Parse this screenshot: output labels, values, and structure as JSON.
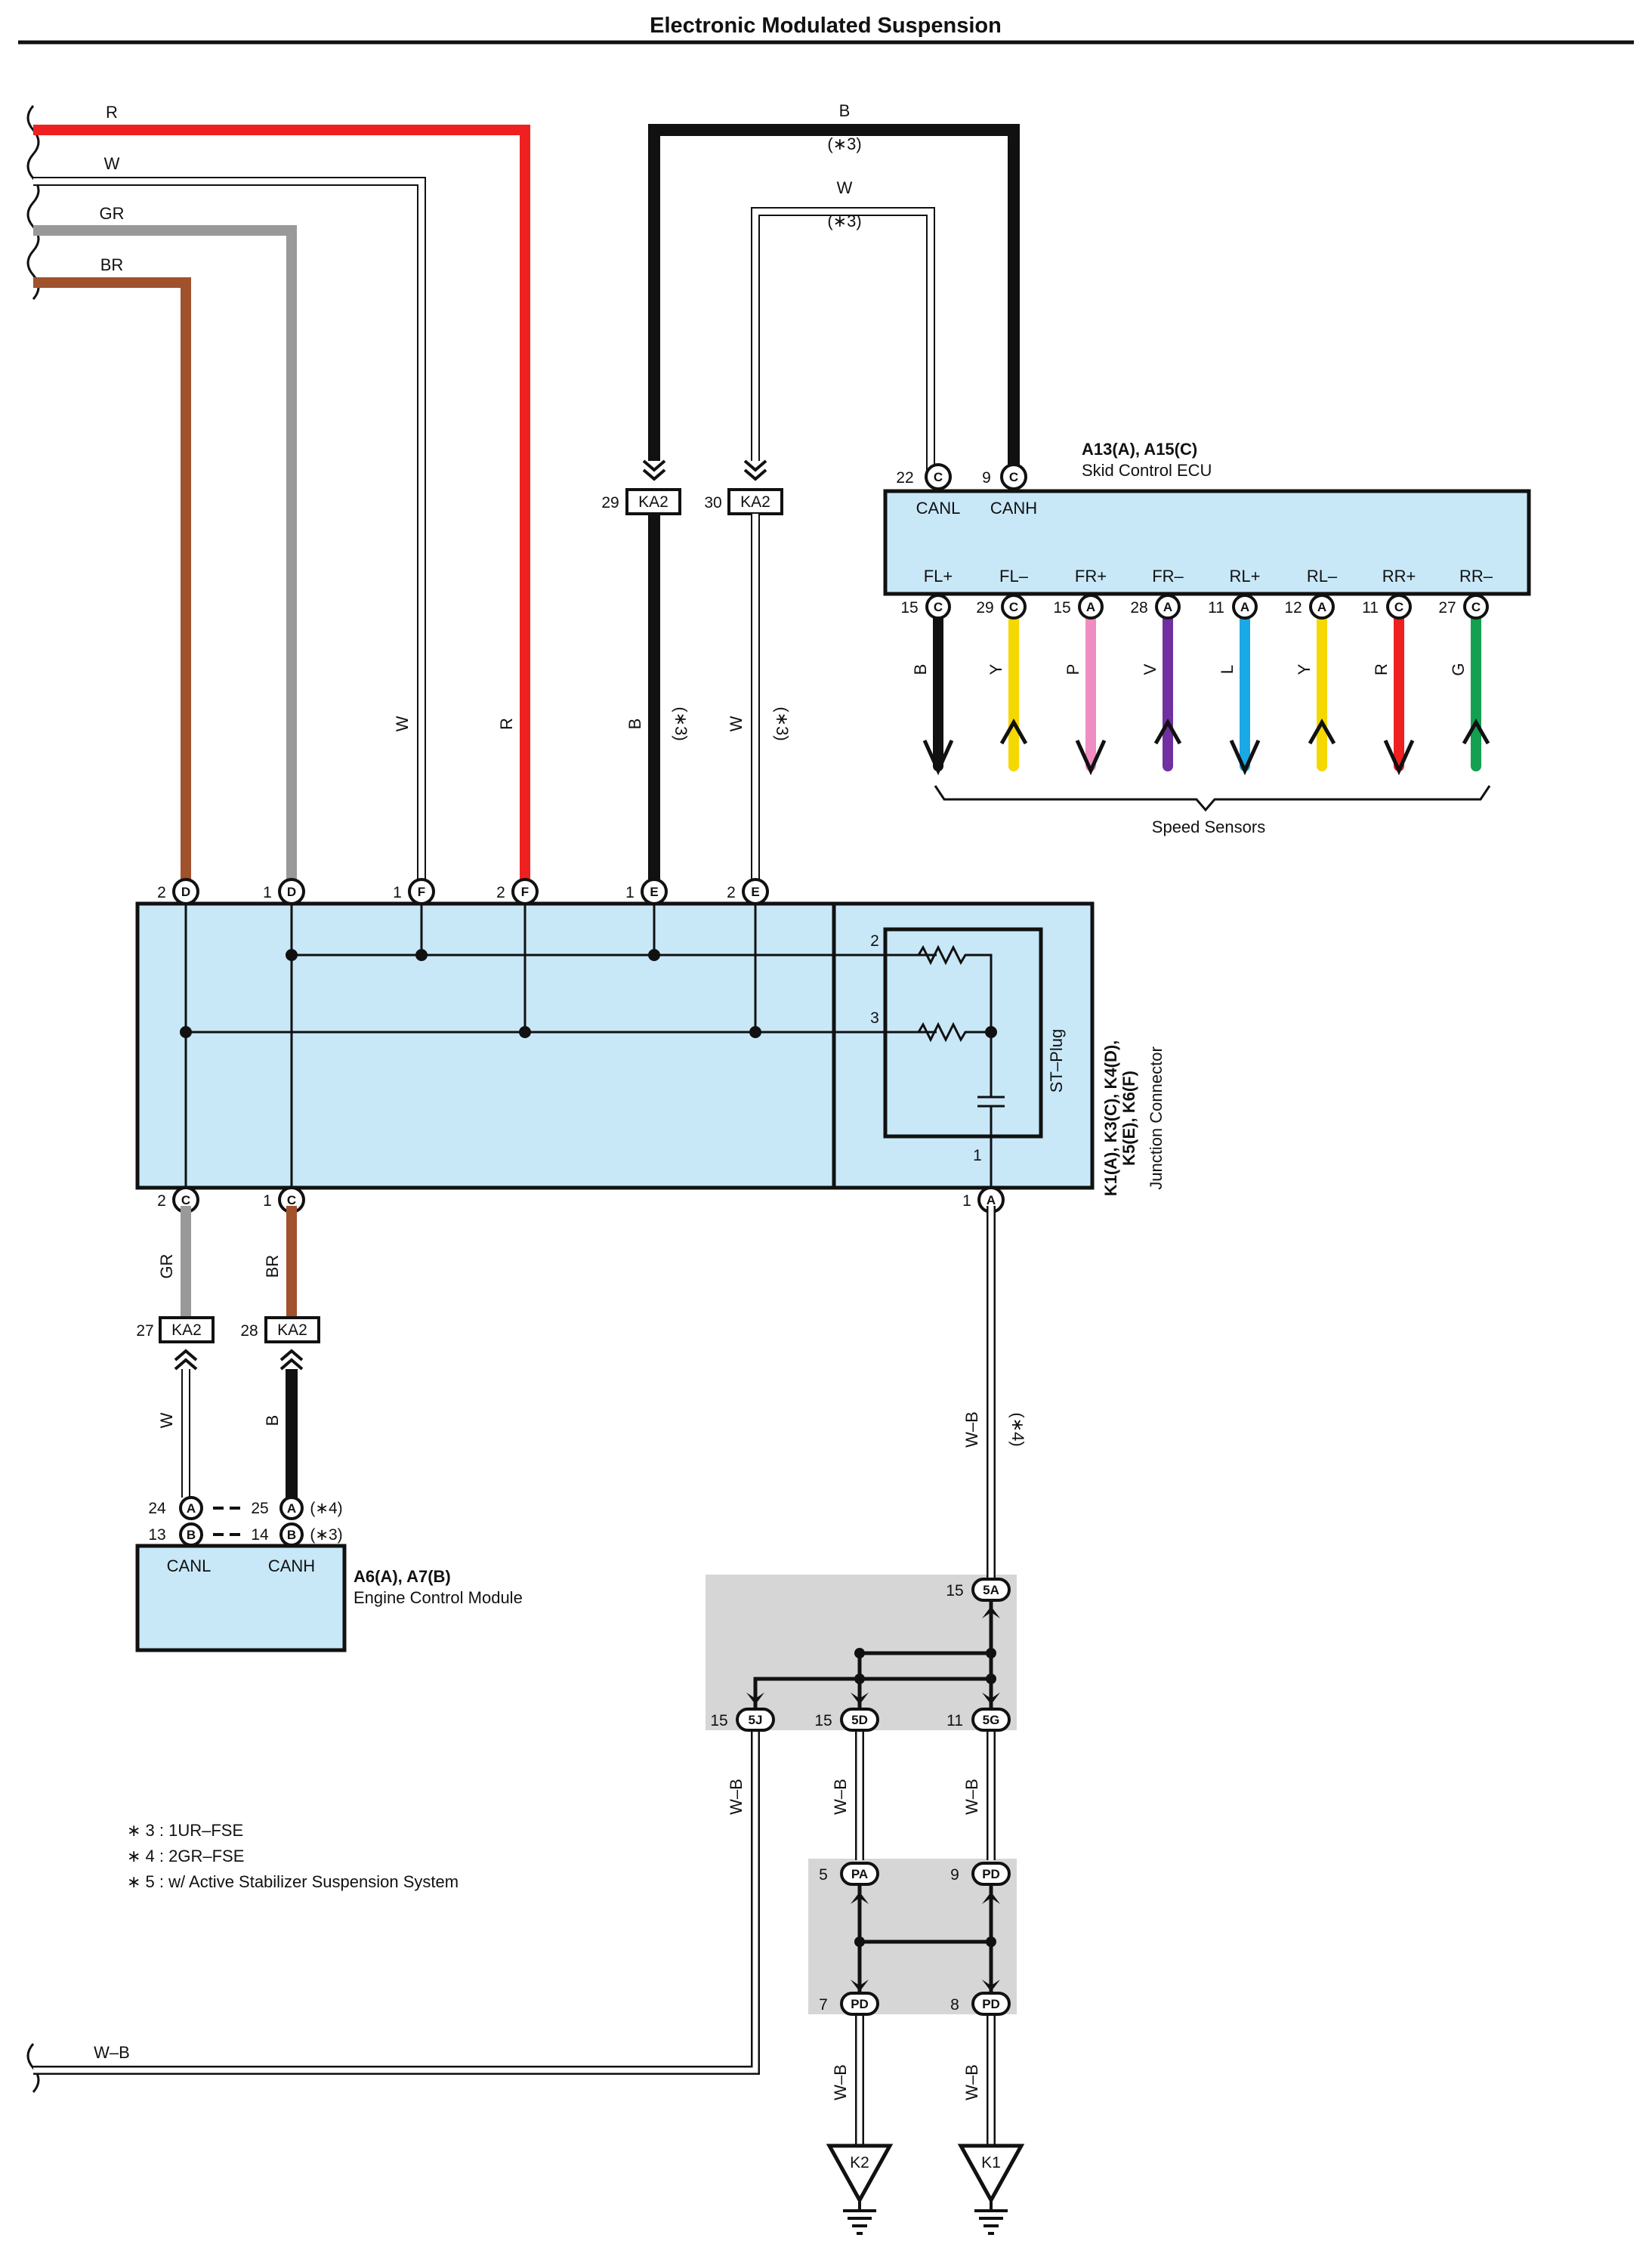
{
  "title": "Electronic Modulated Suspension",
  "colors": {
    "R": "#ee2020",
    "W": "#ffffff",
    "GR": "#999999",
    "BR": "#a0522d",
    "B": "#111111",
    "Y": "#f5d800",
    "P": "#f08cc0",
    "V": "#7030a0",
    "L": "#1aa8e6",
    "G": "#13a050",
    "box_fill": "#c8e8f8",
    "splice_fill": "#d6d6d6"
  },
  "wire_labels": {
    "r": "R",
    "w": "W",
    "gr": "GR",
    "br": "BR",
    "b": "B",
    "wb": "W–B",
    "note3": "(∗3)",
    "note4": "(∗4)"
  },
  "skid_ecu": {
    "code": "A13(A), A15(C)",
    "name": "Skid Control ECU",
    "top_pins": [
      {
        "num": "22",
        "conn": "C",
        "label": "CANL"
      },
      {
        "num": "9",
        "conn": "C",
        "label": "CANH"
      }
    ],
    "bottom_pins": [
      {
        "label": "FL+",
        "num": "15",
        "conn": "C",
        "wire": "B"
      },
      {
        "label": "FL–",
        "num": "29",
        "conn": "C",
        "wire": "Y"
      },
      {
        "label": "FR+",
        "num": "15",
        "conn": "A",
        "wire": "P"
      },
      {
        "label": "FR–",
        "num": "28",
        "conn": "A",
        "wire": "V"
      },
      {
        "label": "RL+",
        "num": "11",
        "conn": "A",
        "wire": "L"
      },
      {
        "label": "RL–",
        "num": "12",
        "conn": "A",
        "wire": "Y"
      },
      {
        "label": "RR+",
        "num": "11",
        "conn": "C",
        "wire": "R"
      },
      {
        "label": "RR–",
        "num": "27",
        "conn": "C",
        "wire": "G"
      }
    ],
    "speed_sensors": "Speed Sensors"
  },
  "junction": {
    "codes": [
      "K1(A), K3(C), K4(D),",
      "K5(E), K6(F)"
    ],
    "name": "Junction Connector",
    "st_plug": "ST–Plug",
    "top_pins": [
      {
        "num": "2",
        "conn": "D"
      },
      {
        "num": "1",
        "conn": "D"
      },
      {
        "num": "1",
        "conn": "F"
      },
      {
        "num": "2",
        "conn": "F"
      },
      {
        "num": "1",
        "conn": "E"
      },
      {
        "num": "2",
        "conn": "E"
      }
    ],
    "bottom_pins": [
      {
        "num": "2",
        "conn": "C"
      },
      {
        "num": "1",
        "conn": "C"
      },
      {
        "num": "1",
        "conn": "A"
      }
    ],
    "plug_pins": [
      "2",
      "3",
      "1"
    ]
  },
  "ka2": {
    "name": "KA2",
    "pins": [
      "29",
      "30",
      "27",
      "28"
    ]
  },
  "ecm": {
    "code": "A6(A), A7(B)",
    "name": "Engine Control Module",
    "pins": [
      {
        "num": "24",
        "conn": "A"
      },
      {
        "num": "25",
        "conn": "A",
        "note": "(∗4)"
      },
      {
        "num": "13",
        "conn": "B"
      },
      {
        "num": "14",
        "conn": "B",
        "note": "(∗3)"
      }
    ],
    "labels": [
      "CANL",
      "CANH"
    ]
  },
  "splices": [
    {
      "num": "15",
      "name": "5A"
    },
    {
      "num": "15",
      "name": "5J"
    },
    {
      "num": "15",
      "name": "5D"
    },
    {
      "num": "11",
      "name": "5G"
    },
    {
      "num": "5",
      "name": "PA"
    },
    {
      "num": "9",
      "name": "PD"
    },
    {
      "num": "7",
      "name": "PD"
    },
    {
      "num": "8",
      "name": "PD"
    }
  ],
  "grounds": [
    "K2",
    "K1"
  ],
  "notes": [
    "∗ 3 : 1UR–FSE",
    "∗ 4 : 2GR–FSE",
    "∗ 5 : w/ Active Stabilizer Suspension System"
  ]
}
